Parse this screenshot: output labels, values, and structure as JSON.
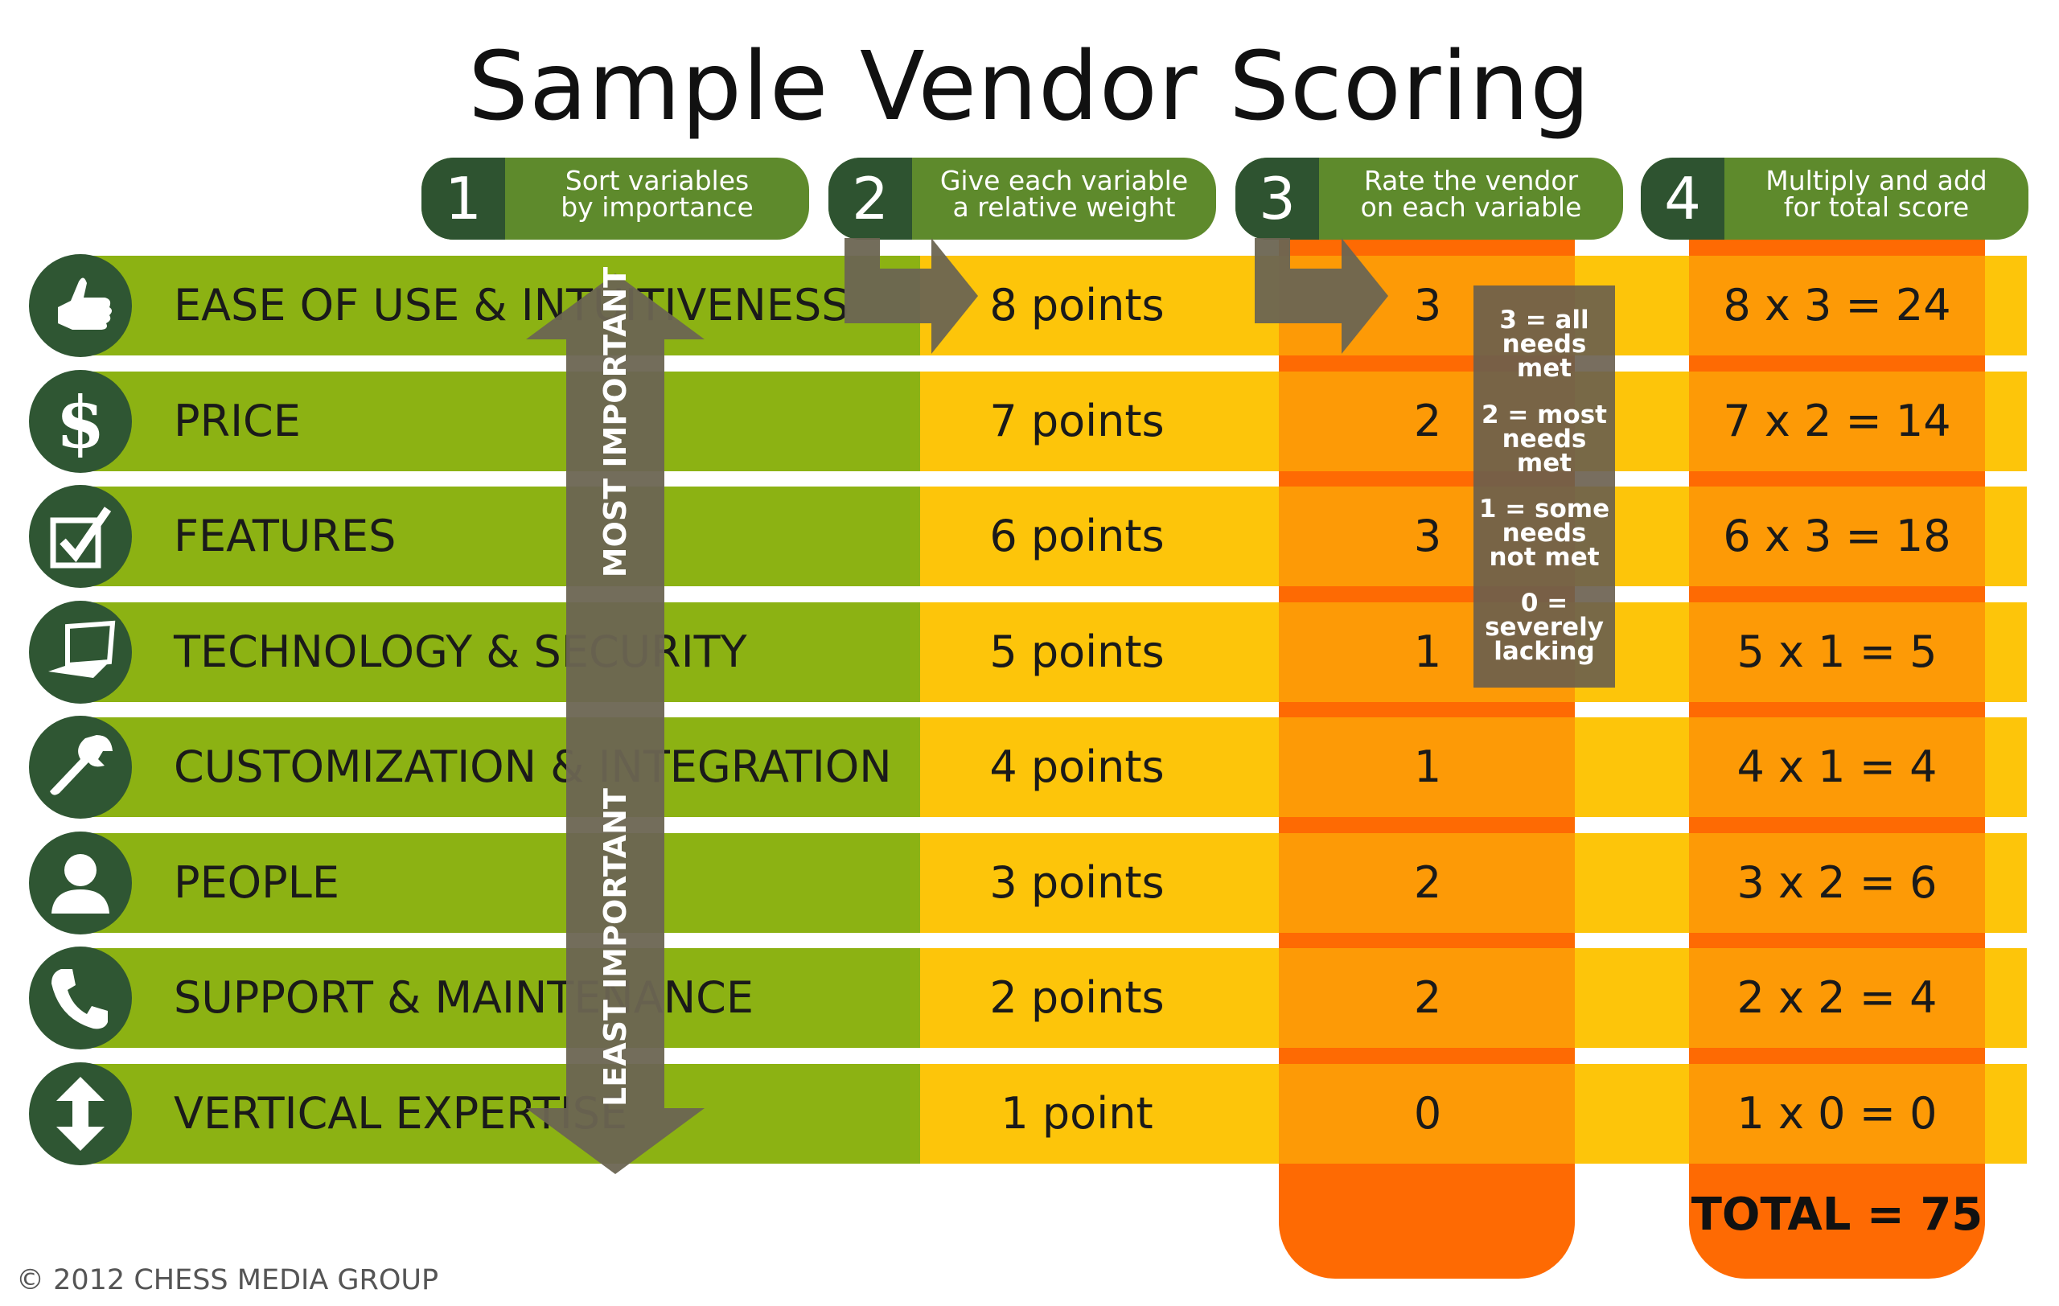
{
  "title": "Sample Vendor Scoring",
  "steps": [
    {
      "num": "1",
      "line1": "Sort variables",
      "line2": "by importance"
    },
    {
      "num": "2",
      "line1": "Give each variable",
      "line2": "a relative weight"
    },
    {
      "num": "3",
      "line1": "Rate the vendor",
      "line2": "on each variable"
    },
    {
      "num": "4",
      "line1": "Multiply and add",
      "line2": "for total score"
    }
  ],
  "rows": [
    {
      "icon": "thumbs-up-icon",
      "label": "EASE OF USE & INTUITIVENESS",
      "weight": "8 points",
      "rating": "3",
      "score": "8 x 3 = 24"
    },
    {
      "icon": "dollar-icon",
      "label": "PRICE",
      "weight": "7 points",
      "rating": "2",
      "score": "7 x 2 = 14"
    },
    {
      "icon": "checkbox-icon",
      "label": "FEATURES",
      "weight": "6 points",
      "rating": "3",
      "score": "6 x 3 = 18"
    },
    {
      "icon": "laptop-icon",
      "label": "TECHNOLOGY & SECURITY",
      "weight": "5 points",
      "rating": "1",
      "score": "5 x 1 = 5"
    },
    {
      "icon": "wrench-icon",
      "label": "CUSTOMIZATION & INTEGRATION",
      "weight": "4 points",
      "rating": "1",
      "score": "4 x 1 = 4"
    },
    {
      "icon": "person-icon",
      "label": "PEOPLE",
      "weight": "3 points",
      "rating": "2",
      "score": "3 x 2 = 6"
    },
    {
      "icon": "phone-icon",
      "label": "SUPPORT & MAINTENANCE",
      "weight": "2 points",
      "rating": "2",
      "score": "2 x 2 = 4"
    },
    {
      "icon": "vertical-arrows-icon",
      "label": "VERTICAL EXPERTISE",
      "weight": "1 point",
      "rating": "0",
      "score": "1 x 0 = 0"
    }
  ],
  "importance": {
    "top": "MOST IMPORTANT",
    "bottom": "LEAST IMPORTANT"
  },
  "rating_legend": [
    {
      "lines": [
        "3 = all",
        "needs",
        "met"
      ]
    },
    {
      "lines": [
        "2 = most",
        "needs",
        "met"
      ]
    },
    {
      "lines": [
        "1 = some",
        "needs",
        "not met"
      ]
    },
    {
      "lines": [
        "0 =",
        "severely",
        "lacking"
      ]
    }
  ],
  "total": "TOTAL = 75",
  "copyright": "© 2012 CHESS MEDIA GROUP",
  "colors": {
    "green_band": "#8cb213",
    "yellow_band": "#fdc50a",
    "orange_column": "#fd9a06",
    "orange_cap": "#fe6a03",
    "dark_green": "#2f5633",
    "step_green": "#5e8a2c",
    "arrow_gray": "#6b6552"
  }
}
